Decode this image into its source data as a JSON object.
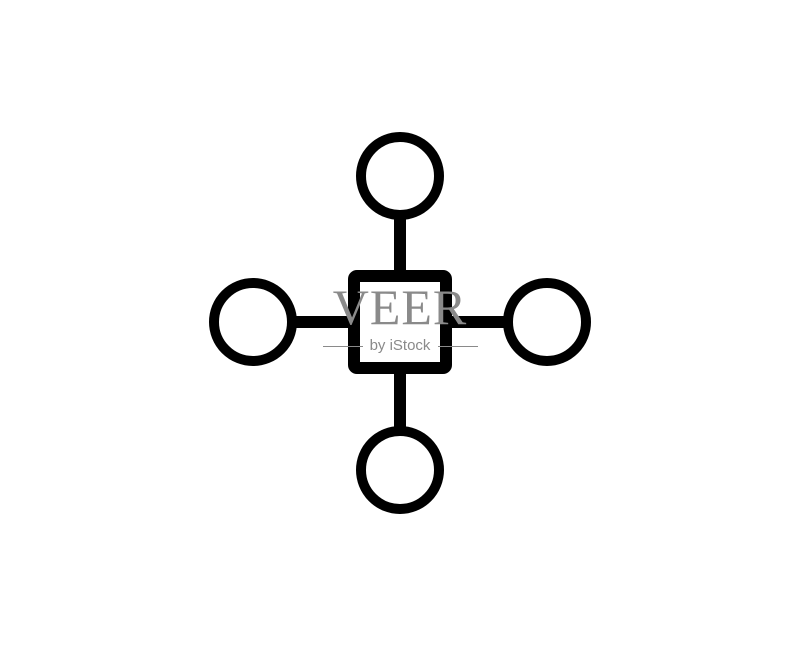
{
  "icon": {
    "name": "hub-network-icon",
    "stroke_color": "#000000",
    "background_color": "#ffffff",
    "satellite_nodes": [
      "top",
      "right",
      "bottom",
      "left"
    ]
  },
  "watermark": {
    "brand": "VEER",
    "tagline": "by iStock",
    "color": "#8a8a8a"
  }
}
